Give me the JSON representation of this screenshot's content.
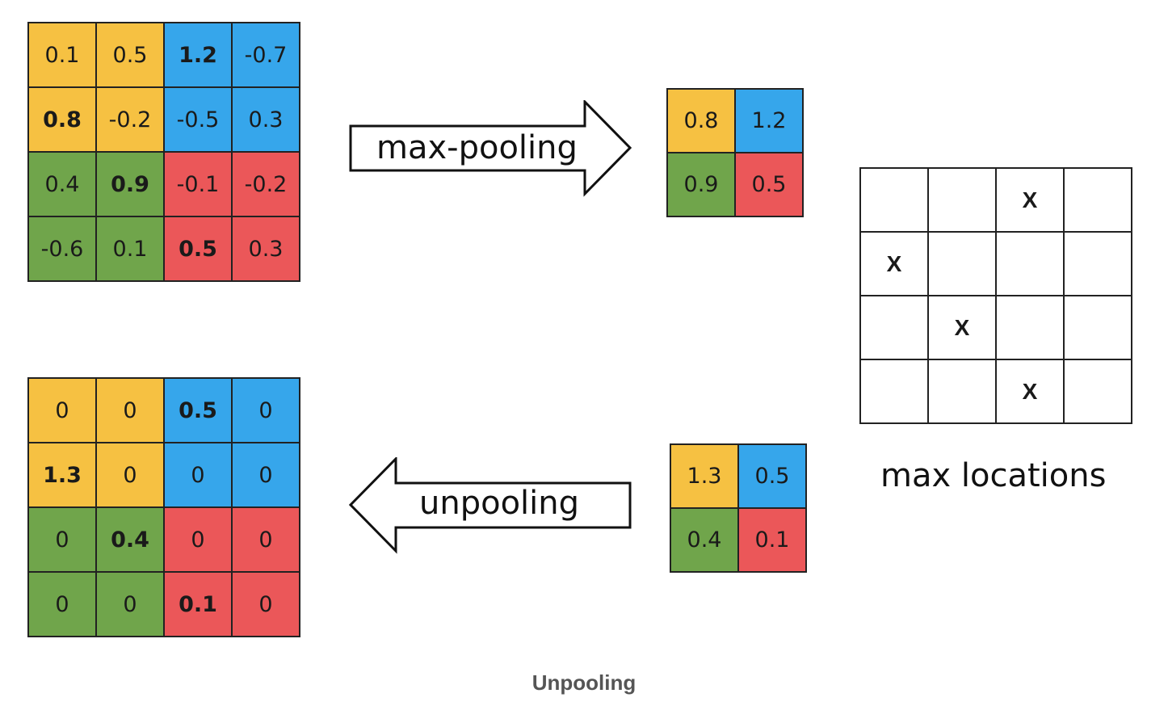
{
  "input_matrix": {
    "rows": [
      [
        {
          "v": "0.1",
          "color": "yellow",
          "max": false
        },
        {
          "v": "0.5",
          "color": "yellow",
          "max": false
        },
        {
          "v": "1.2",
          "color": "blue",
          "max": true
        },
        {
          "v": "-0.7",
          "color": "blue",
          "max": false
        }
      ],
      [
        {
          "v": "0.8",
          "color": "yellow",
          "max": true
        },
        {
          "v": "-0.2",
          "color": "yellow",
          "max": false
        },
        {
          "v": "-0.5",
          "color": "blue",
          "max": false
        },
        {
          "v": "0.3",
          "color": "blue",
          "max": false
        }
      ],
      [
        {
          "v": "0.4",
          "color": "green",
          "max": false
        },
        {
          "v": "0.9",
          "color": "green",
          "max": true
        },
        {
          "v": "-0.1",
          "color": "red",
          "max": false
        },
        {
          "v": "-0.2",
          "color": "red",
          "max": false
        }
      ],
      [
        {
          "v": "-0.6",
          "color": "green",
          "max": false
        },
        {
          "v": "0.1",
          "color": "green",
          "max": false
        },
        {
          "v": "0.5",
          "color": "red",
          "max": true
        },
        {
          "v": "0.3",
          "color": "red",
          "max": false
        }
      ]
    ]
  },
  "maxpool_arrow": {
    "label": "max-pooling"
  },
  "pooled_matrix": {
    "rows": [
      [
        {
          "v": "0.8",
          "color": "yellow",
          "max": false
        },
        {
          "v": "1.2",
          "color": "blue",
          "max": false
        }
      ],
      [
        {
          "v": "0.9",
          "color": "green",
          "max": false
        },
        {
          "v": "0.5",
          "color": "red",
          "max": false
        }
      ]
    ]
  },
  "max_locations": {
    "caption": "max locations",
    "marker": "X",
    "rows": [
      [
        "",
        "",
        "X",
        ""
      ],
      [
        "X",
        "",
        "",
        ""
      ],
      [
        "",
        "X",
        "",
        ""
      ],
      [
        "",
        "",
        "X",
        ""
      ]
    ]
  },
  "unpool_input_matrix": {
    "rows": [
      [
        {
          "v": "1.3",
          "color": "yellow",
          "max": false
        },
        {
          "v": "0.5",
          "color": "blue",
          "max": false
        }
      ],
      [
        {
          "v": "0.4",
          "color": "green",
          "max": false
        },
        {
          "v": "0.1",
          "color": "red",
          "max": false
        }
      ]
    ]
  },
  "unpool_arrow": {
    "label": "unpooling"
  },
  "output_matrix": {
    "rows": [
      [
        {
          "v": "0",
          "color": "yellow",
          "max": false
        },
        {
          "v": "0",
          "color": "yellow",
          "max": false
        },
        {
          "v": "0.5",
          "color": "blue",
          "max": true
        },
        {
          "v": "0",
          "color": "blue",
          "max": false
        }
      ],
      [
        {
          "v": "1.3",
          "color": "yellow",
          "max": true
        },
        {
          "v": "0",
          "color": "yellow",
          "max": false
        },
        {
          "v": "0",
          "color": "blue",
          "max": false
        },
        {
          "v": "0",
          "color": "blue",
          "max": false
        }
      ],
      [
        {
          "v": "0",
          "color": "green",
          "max": false
        },
        {
          "v": "0.4",
          "color": "green",
          "max": true
        },
        {
          "v": "0",
          "color": "red",
          "max": false
        },
        {
          "v": "0",
          "color": "red",
          "max": false
        }
      ],
      [
        {
          "v": "0",
          "color": "green",
          "max": false
        },
        {
          "v": "0",
          "color": "green",
          "max": false
        },
        {
          "v": "0.1",
          "color": "red",
          "max": true
        },
        {
          "v": "0",
          "color": "red",
          "max": false
        }
      ]
    ]
  },
  "figure_caption": "Unpooling",
  "colors": {
    "yellow": "#f6c142",
    "blue": "#36a6eb",
    "green": "#70a54b",
    "red": "#eb5759"
  }
}
